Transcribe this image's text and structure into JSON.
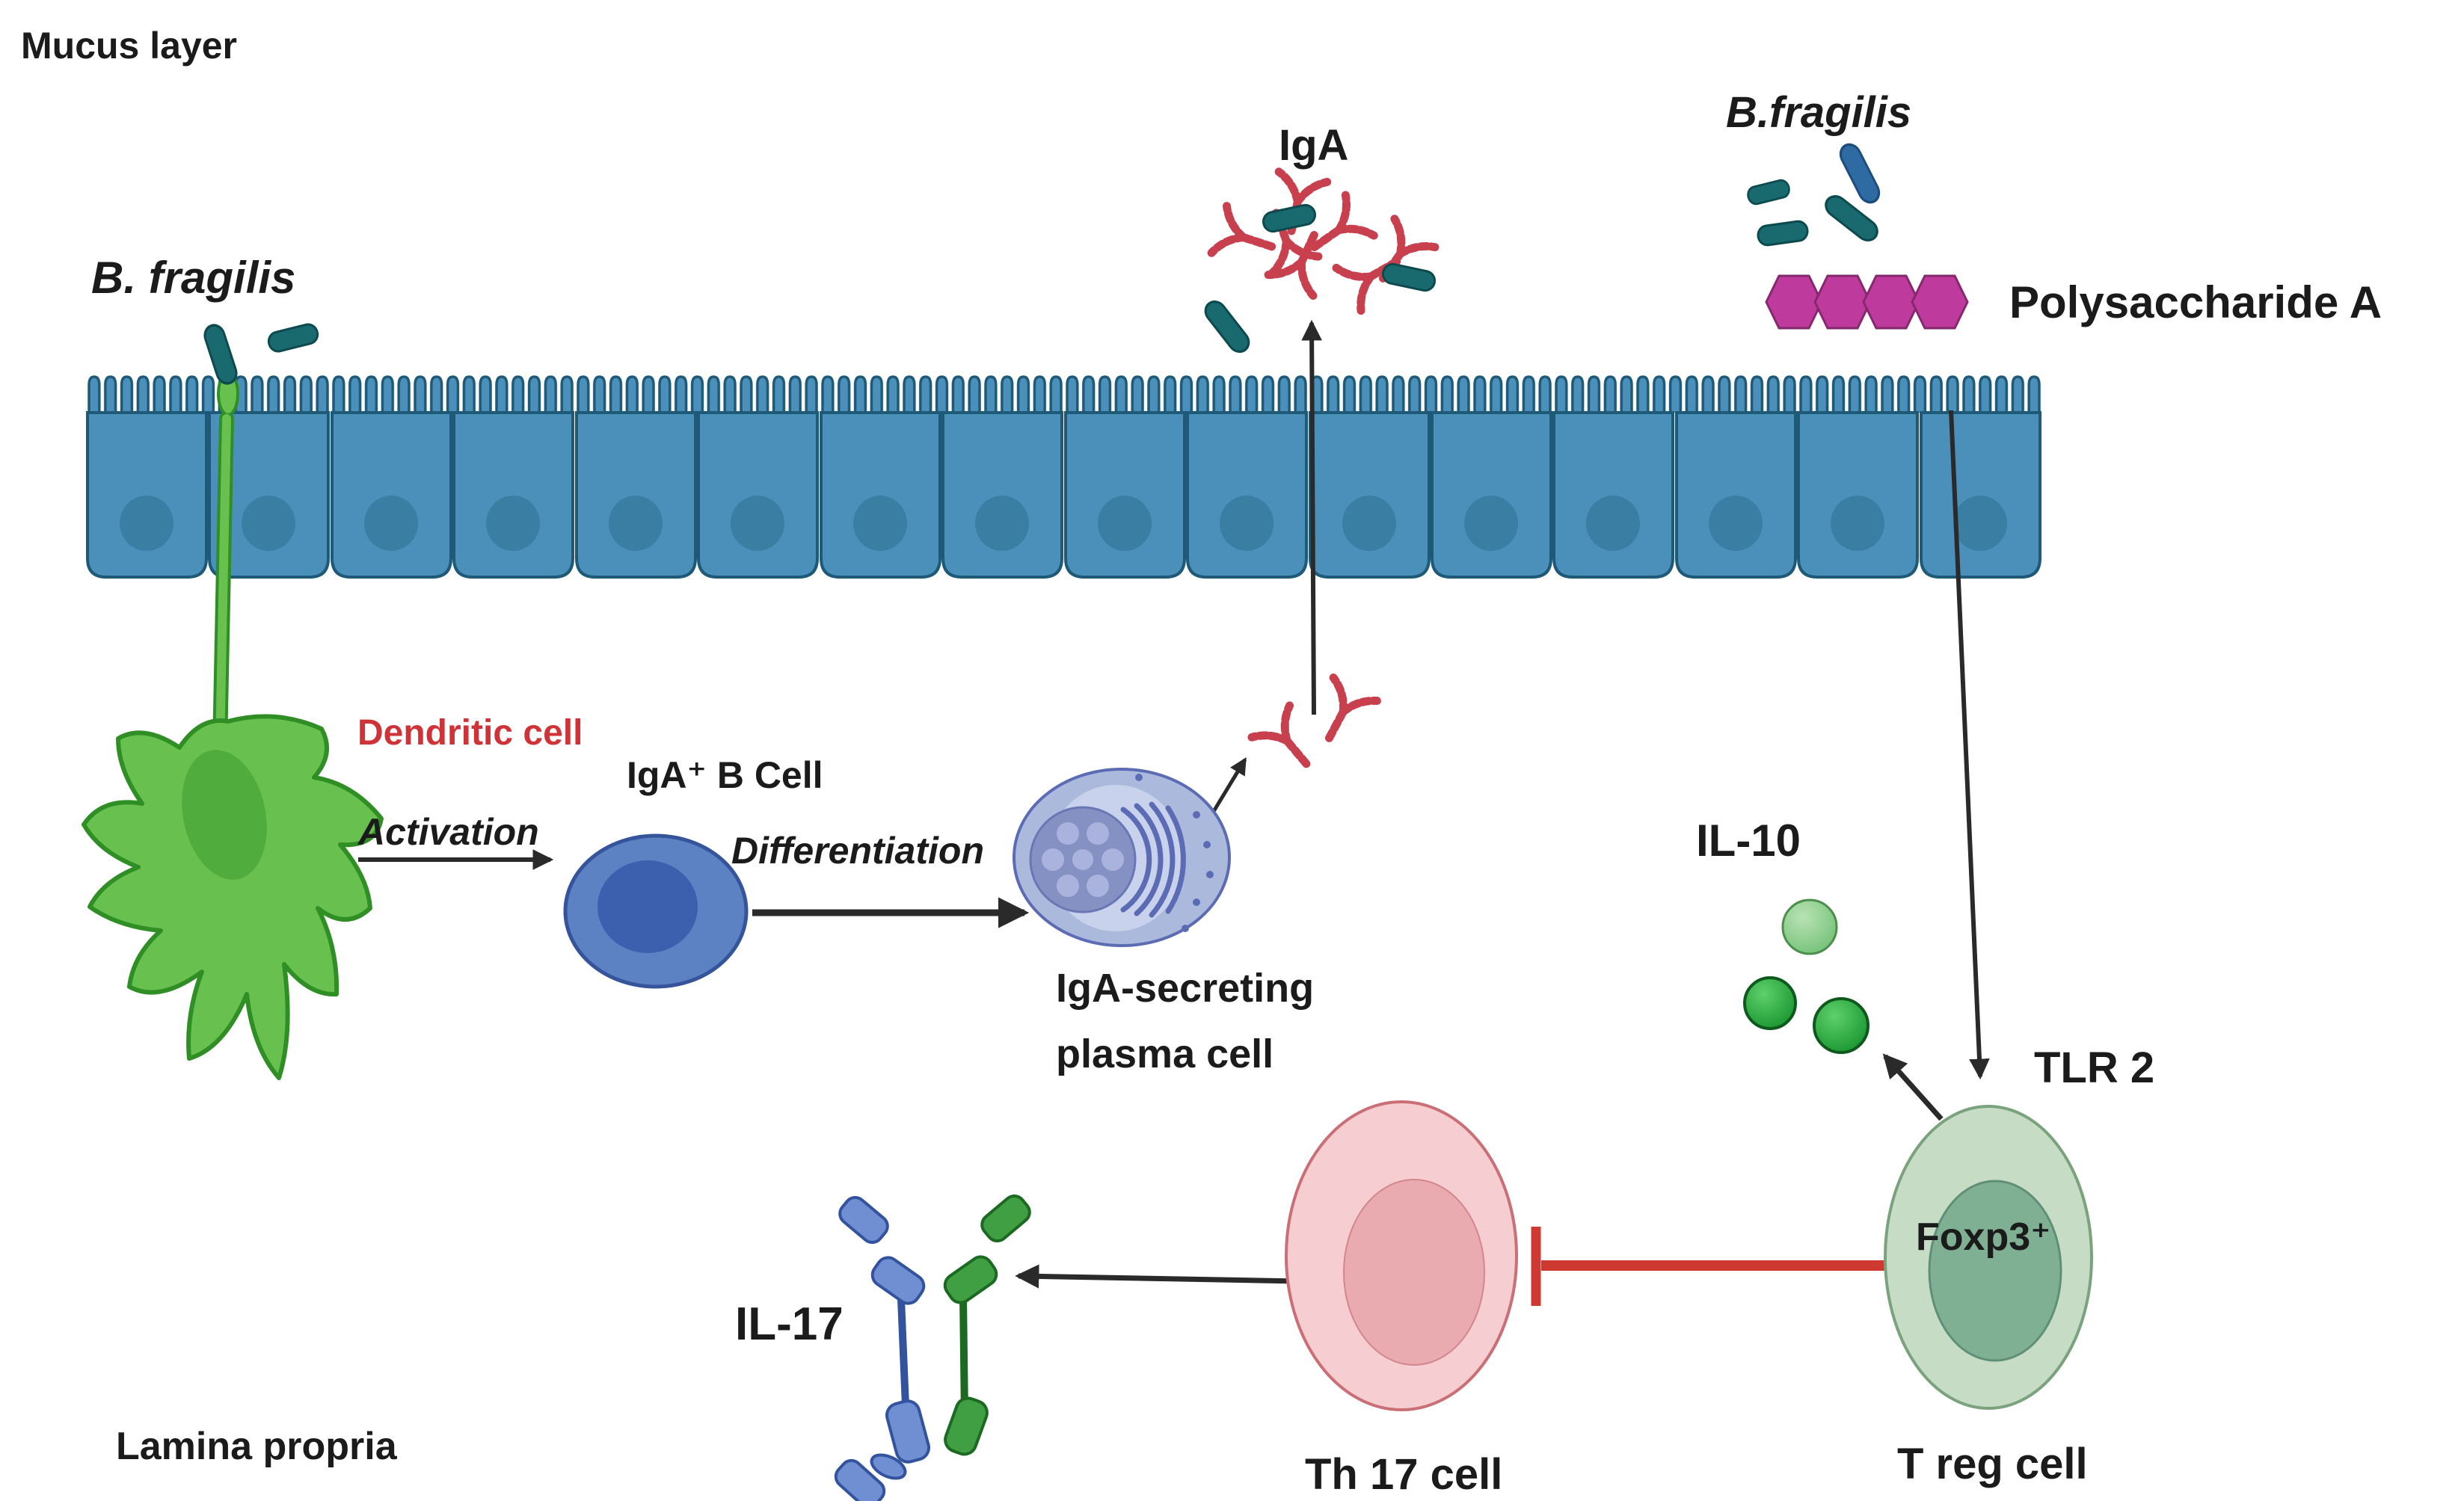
{
  "diagram": {
    "type": "immunology-pathway-illustration",
    "regions": {
      "mucus_layer": "Mucus layer",
      "lamina_propria": "Lamina propria"
    },
    "labels": {
      "b_fragilis_left": "B. fragilis",
      "b_fragilis_right": "B.fragilis",
      "polysaccharide_a": "Polysaccharide A",
      "iga": "IgA",
      "dendritic_cell": "Dendritic cell",
      "activation": "Activation",
      "iga_b_cell": "IgA⁺ B Cell",
      "differentiation": "Differentiation",
      "iga_secreting_line1": "IgA-secreting",
      "iga_secreting_line2": "plasma cell",
      "il_10": "IL-10",
      "tlr_2": "TLR 2",
      "foxp3": "Foxp3⁺",
      "il_17": "IL-17",
      "th17_cell": "Th 17 cell",
      "treg_cell": "T reg cell"
    },
    "colors": {
      "text": "#1b1b1b",
      "label_red": "#cf3338",
      "epithelium_fill": "#4a90bb",
      "epithelium_stroke": "#1e5a78",
      "epithelium_nucleus": "#3a7ea4",
      "dendritic_green": "#68c14f",
      "b_cell_blue": "#5d82c4",
      "plasma_cell_lavender": "#abb9dc",
      "iga_antibody_red": "#c8404d",
      "bacteria_teal": "#186a6e",
      "bacteria_blue": "#2f6ba3",
      "polysaccharide_magenta": "#bf3a9d",
      "il10_green": "#2aa53c",
      "treg_sage": "#c6dcc5",
      "th17_pink": "#f6ced1",
      "inhibition_red": "#ce3a31",
      "il17_chain_blue": "#6f8fd2",
      "il17_chain_green": "#3f9f42",
      "arrow_black": "#2a2a2a"
    },
    "icons": [
      "epithelial-cell-icon",
      "microvilli-icon",
      "dendritic-cell-icon",
      "b-cell-icon",
      "plasma-cell-icon",
      "iga-antibody-icon",
      "bacterium-icon",
      "polysaccharide-hexagon-icon",
      "il10-molecule-icon",
      "treg-cell-icon",
      "th17-cell-icon",
      "il17-molecule-icon",
      "activation-arrow-icon",
      "inhibition-bar-icon"
    ]
  }
}
